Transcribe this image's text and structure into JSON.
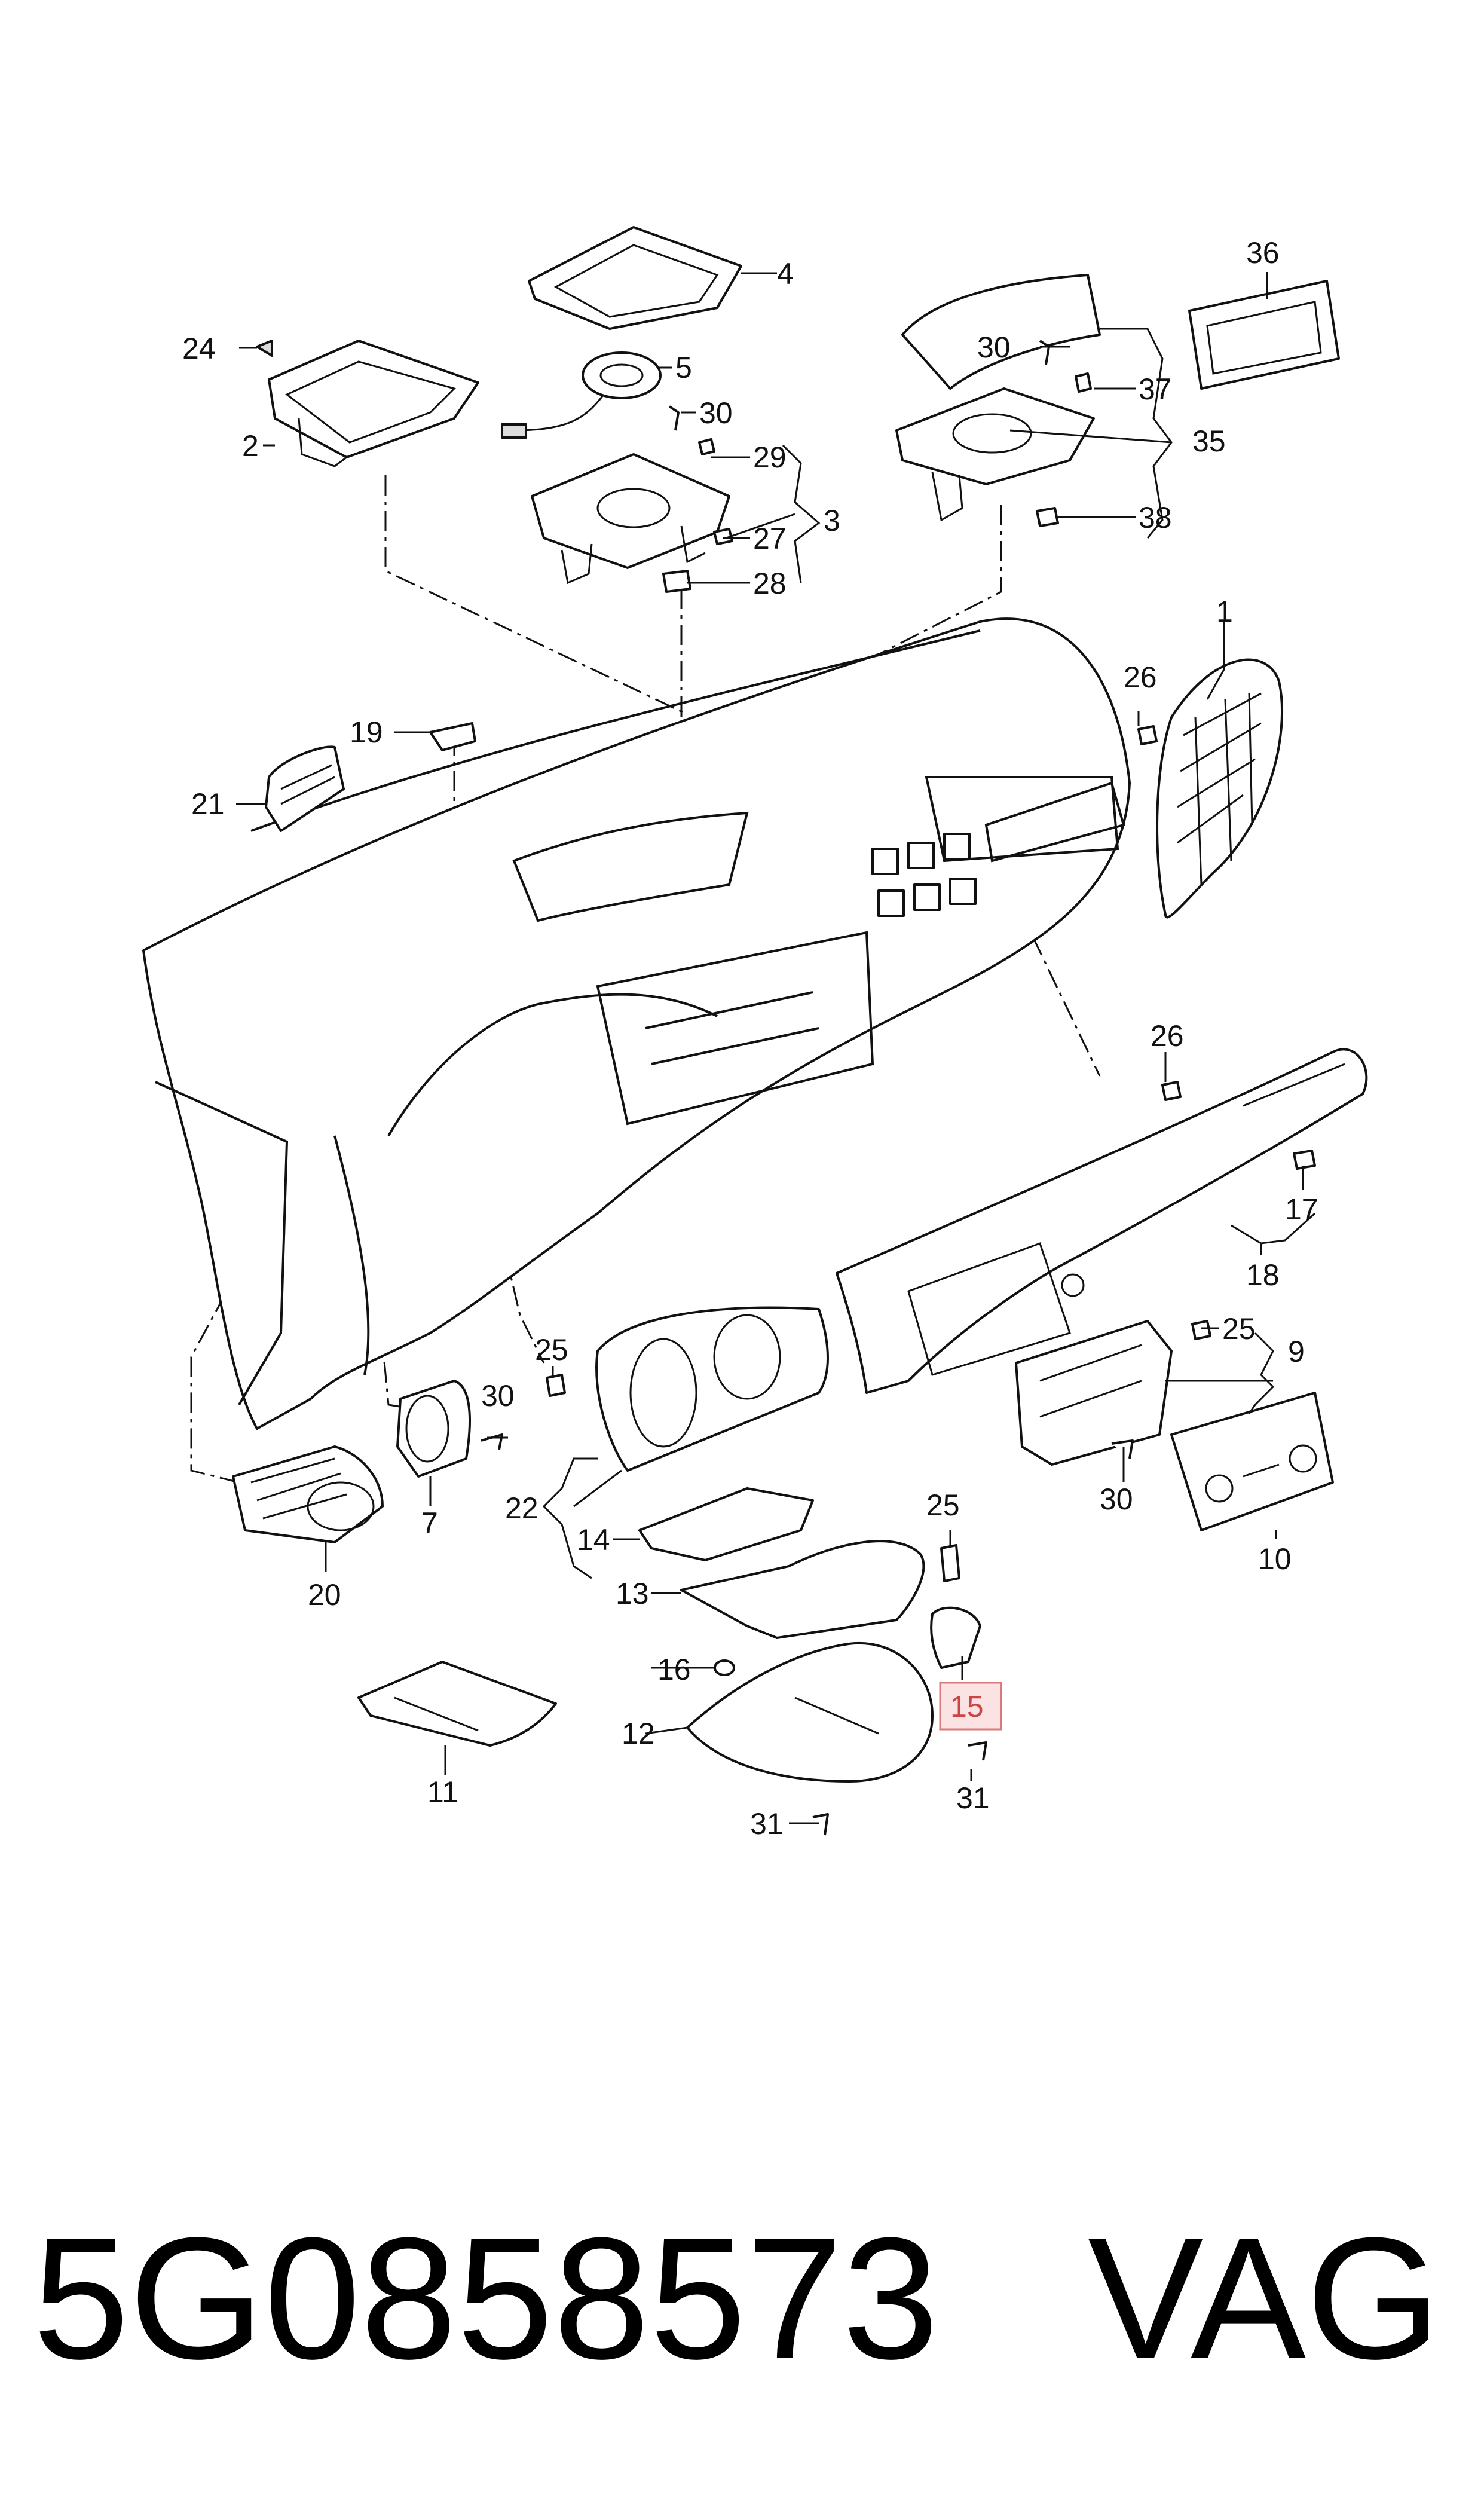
{
  "callouts": {
    "c1": "1",
    "c2": "2",
    "c3": "3",
    "c4": "4",
    "c5": "5",
    "c7": "7",
    "c9": "9",
    "c10": "10",
    "c11": "11",
    "c12": "12",
    "c13": "13",
    "c14": "14",
    "c15": "15",
    "c16": "16",
    "c17": "17",
    "c18": "18",
    "c19": "19",
    "c20": "20",
    "c21": "21",
    "c22": "22",
    "c24": "24",
    "c25a": "25",
    "c25b": "25",
    "c25c": "25",
    "c26a": "26",
    "c26b": "26",
    "c27": "27",
    "c28": "28",
    "c29": "29",
    "c30a": "30",
    "c30b": "30",
    "c30c": "30",
    "c30d": "30",
    "c31a": "31",
    "c31b": "31",
    "c35": "35",
    "c36": "36",
    "c37": "37",
    "c38": "38"
  },
  "highlight": {
    "color": "#fbe3e3",
    "border": "#d97a7a"
  },
  "footer": {
    "part_number": "5G0858573",
    "brand": "VAG"
  }
}
